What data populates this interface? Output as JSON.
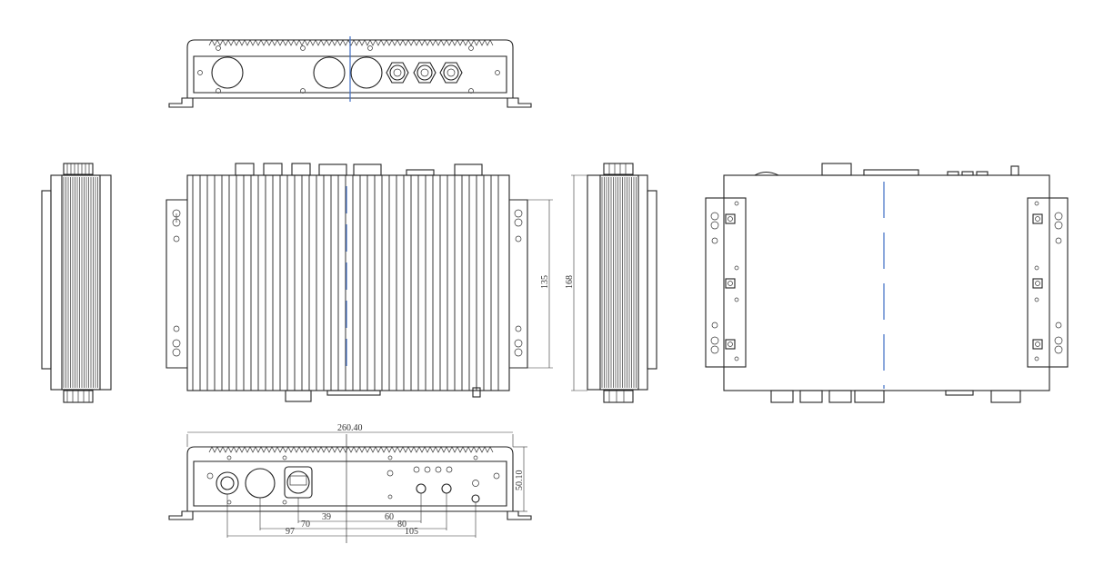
{
  "drawing": {
    "title": "",
    "dimensions": {
      "overall_width": "260.40",
      "height": "50.10",
      "bracket_pitch": "135",
      "body_depth": "168",
      "port_39": "39",
      "port_60": "60",
      "port_70": "70",
      "port_80": "80",
      "port_97": "97",
      "port_105": "105"
    }
  },
  "colors": {
    "line": "#222222",
    "centerline": "#3f6fc4",
    "background": "#ffffff"
  }
}
